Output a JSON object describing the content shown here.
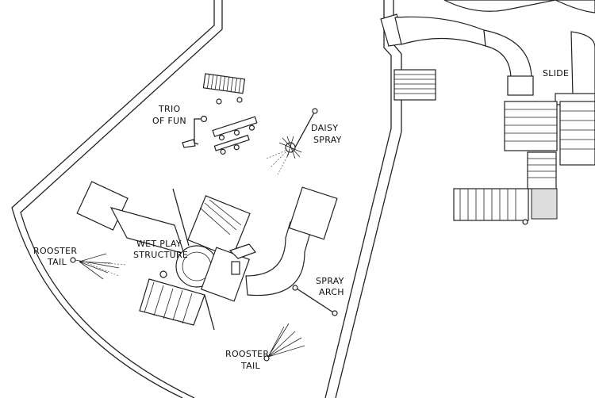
{
  "labels": {
    "slide": "SLIDE",
    "trio_line1": "TRIO",
    "trio_line2": "OF FUN",
    "daisy_line1": "DAISY",
    "daisy_line2": "SPRAY",
    "wet_line1": "WET PLAY",
    "wet_line2": "STRUCTURE",
    "rooster_left_line1": "ROOSTER",
    "rooster_left_line2": "TAIL",
    "spray_arch_line1": "SPRAY",
    "spray_arch_line2": "ARCH",
    "rooster_bottom_line1": "ROOSTER",
    "rooster_bottom_line2": "TAIL"
  }
}
